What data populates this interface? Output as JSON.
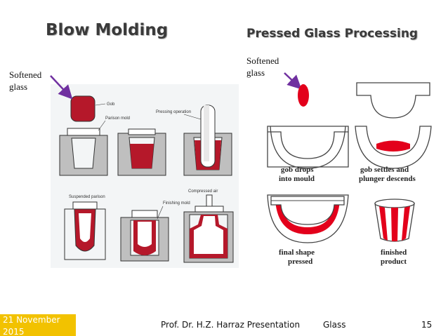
{
  "slide": {
    "title_left": "Blow Molding",
    "title_right": "Pressed Glass Processing",
    "softened_label_left": "Softened glass",
    "softened_label_right": "Softened glass"
  },
  "blow_diagram": {
    "labels": {
      "gob": "Gob",
      "parison_mold": "Parison mold",
      "pressing_operation": "Pressing operation",
      "compressed_air": "Compressed air",
      "suspended_parison": "Suspended parison",
      "finishing_mold": "Finishing mold"
    }
  },
  "press_diagram": {
    "captions": {
      "gob_drops_1": "gob drops",
      "gob_drops_2": "into mould",
      "gob_settles_1": "gob settles and",
      "gob_settles_2": "plunger descends",
      "final_shape_1": "final shape",
      "final_shape_2": "pressed",
      "finished_1": "finished",
      "finished_2": "product"
    }
  },
  "footer": {
    "date": "21 November 2015",
    "presenter": "Prof. Dr. H.Z. Harraz Presentation",
    "topic": "Glass",
    "page": "15"
  },
  "colors": {
    "glass_red_blow": "#b5182a",
    "glass_red_press": "#e3001b",
    "arrow_purple": "#7030a0",
    "date_box": "#f2c200",
    "blow_bg": "#f3f5f6"
  }
}
